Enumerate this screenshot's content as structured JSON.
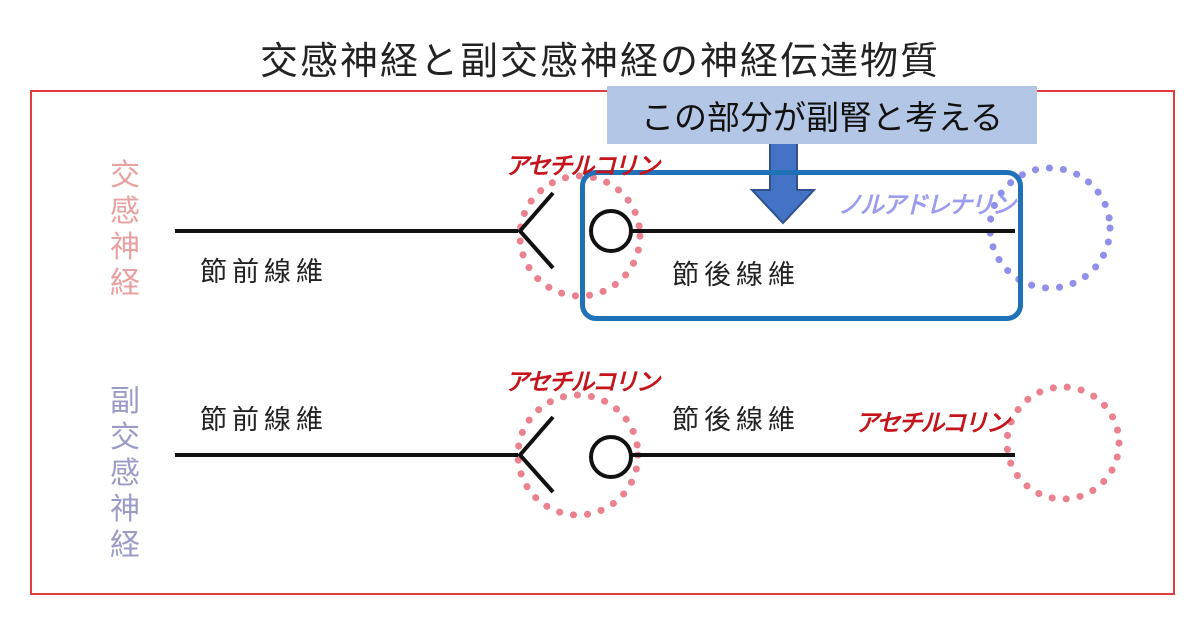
{
  "title": "交感神経と副交感神経の神経伝達物質",
  "callout": "この部分が副腎と考える",
  "sympathetic": {
    "label": "交感神経",
    "preganglionic": "節前線維",
    "postganglionic": "節後線維",
    "ganglion_transmitter": "アセチルコリン",
    "terminal_transmitter": "ノルアドレナリン"
  },
  "parasympathetic": {
    "label": "副交感神経",
    "preganglionic": "節前線維",
    "postganglionic": "節後線維",
    "ganglion_transmitter": "アセチルコリン",
    "terminal_transmitter": "アセチルコリン"
  },
  "colors": {
    "frame": "#e23b3b",
    "acetylcholine_dots": "#e86a7a",
    "noradrenaline_dots": "#7c7ce6",
    "highlight": "#1f72b8",
    "callout_bg": "#b4c6e6",
    "arrow": "#4472c4"
  }
}
